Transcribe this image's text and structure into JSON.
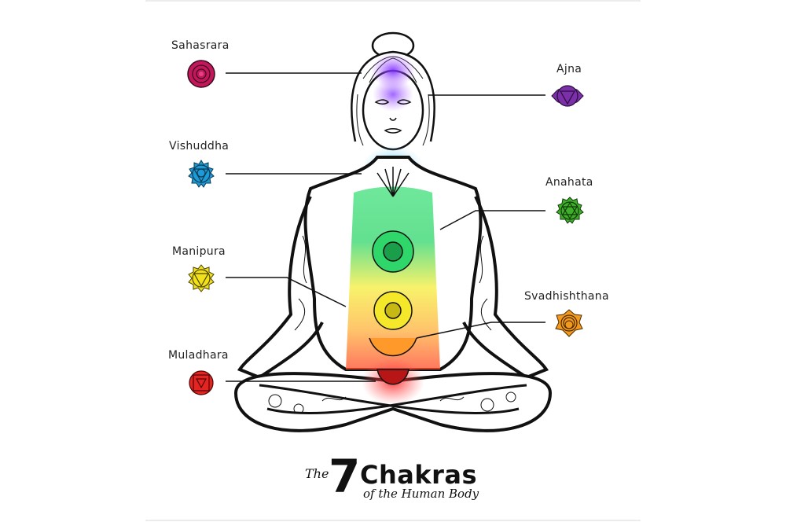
{
  "title": {
    "prefix": "The",
    "number": "7",
    "main": "Chakras",
    "subtitle": "of the Human Body"
  },
  "chakras": [
    {
      "name": "Sahasrara",
      "side": "left",
      "color": "#c2185b",
      "icon": "sahasrara-lotus-icon"
    },
    {
      "name": "Ajna",
      "side": "right",
      "color": "#7b2fa8",
      "icon": "ajna-icon"
    },
    {
      "name": "Vishuddha",
      "side": "left",
      "color": "#1e9ad6",
      "icon": "vishuddha-icon"
    },
    {
      "name": "Anahata",
      "side": "right",
      "color": "#3fae2a",
      "icon": "anahata-icon"
    },
    {
      "name": "Manipura",
      "side": "left",
      "color": "#f2e01b",
      "icon": "manipura-icon"
    },
    {
      "name": "Svadhishthana",
      "side": "right",
      "color": "#f39a1e",
      "icon": "svadhishthana-icon"
    },
    {
      "name": "Muladhara",
      "side": "left",
      "color": "#e52421",
      "icon": "muladhara-icon"
    }
  ]
}
